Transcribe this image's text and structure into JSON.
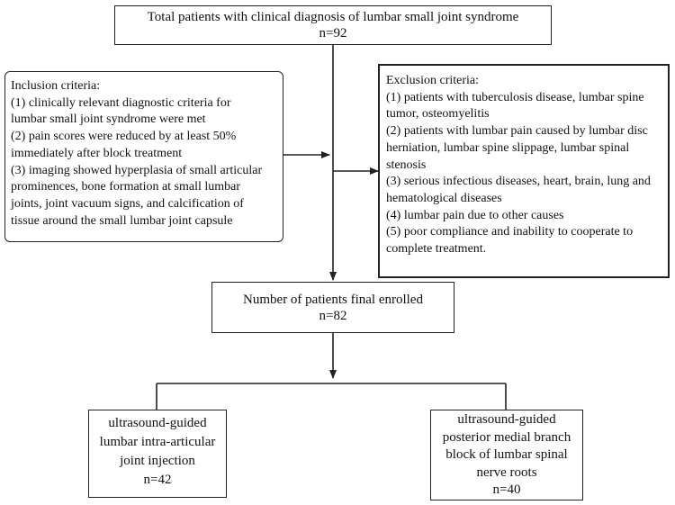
{
  "top_box": {
    "title": "Total patients with  clinical diagnosis of lumbar small joint syndrome",
    "count": "n=92"
  },
  "inclusion": {
    "lines": [
      "Inclusion criteria:",
      "(1) clinically relevant diagnostic criteria for",
      "lumbar small joint syndrome were met",
      "(2) pain scores were reduced by at least 50%",
      "immediately after block treatment",
      "(3) imaging showed hyperplasia of small articular",
      "prominences, bone formation at small lumbar",
      "joints, joint vacuum signs, and calcification of",
      "tissue around the small lumbar joint capsule"
    ]
  },
  "exclusion": {
    "lines": [
      "Exclusion criteria:",
      "(1) patients with tuberculosis disease, lumbar spine",
      "tumor, osteomyelitis",
      "(2) patients with lumbar pain caused by lumbar disc",
      "herniation, lumbar spine slippage, lumbar spinal",
      "stenosis",
      "(3) serious infectious diseases, heart, brain, lung and",
      "hematological diseases",
      "(4) lumbar pain due to other causes",
      "(5) poor compliance and inability to cooperate to",
      "complete treatment."
    ]
  },
  "enrolled_box": {
    "title": "Number of patients final enrolled",
    "count": "n=82"
  },
  "group_left": {
    "lines": [
      "ultrasound-guided",
      "lumbar intra-articular",
      "joint injection",
      "n=42"
    ]
  },
  "group_right": {
    "lines": [
      "ultrasound-guided",
      "posterior medial branch",
      "block of lumbar spinal",
      "nerve roots",
      "n=40"
    ]
  }
}
